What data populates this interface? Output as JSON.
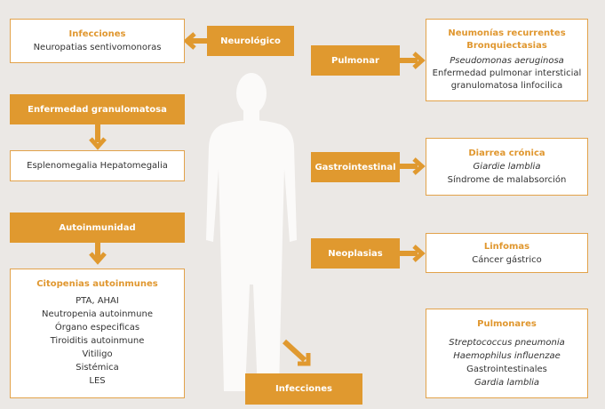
{
  "colors": {
    "accent": "#e0992f",
    "background": "#ebe8e5"
  },
  "neuro": {
    "label": "Neurológico",
    "title": "Infecciones",
    "lines": [
      "Neuropatias sentivomonoras"
    ]
  },
  "granulo": {
    "label": "Enfermedad granulomatosa",
    "lines": [
      "Esplenomegalia Hepatomegalia"
    ]
  },
  "auto": {
    "label": "Autoinmunidad",
    "title": "Citopenias autoinmunes",
    "lines": [
      "PTA, AHAI",
      "Neutropenia autoinmune",
      "Órgano especificas",
      "Tiroiditis autoinmune",
      "Vitiligo",
      "Sistémica",
      "LES"
    ]
  },
  "pulmonar": {
    "label": "Pulmonar",
    "title1": "Neumonías recurrentes",
    "title2": "Bronquiectasias",
    "italic": "Pseudomonas aeruginosa",
    "lines": [
      "Enfermedad pulmonar intersticial",
      "granulomatosa linfocilica"
    ]
  },
  "gastro": {
    "label": "Gastrointestinal",
    "title": "Diarrea crónica",
    "italic": "Giardie lamblia",
    "lines": [
      "Síndrome de malabsorción"
    ]
  },
  "neo": {
    "label": "Neoplasias",
    "title": "Linfomas",
    "lines": [
      "Cáncer gástrico"
    ]
  },
  "infec": {
    "label": "Infecciones",
    "title": "Pulmonares",
    "lines": [
      "Streptococcus pneumonia",
      "Haemophilus influenzae",
      "Gastrointestinales",
      "Gardia lamblia"
    ]
  }
}
